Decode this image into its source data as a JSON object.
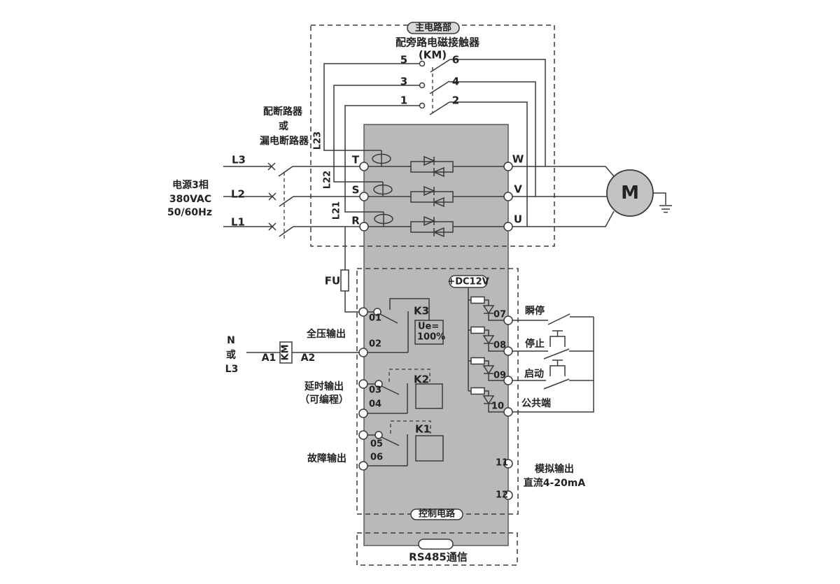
{
  "colors": {
    "body_gray": "#b9b9b9",
    "motor_gray": "#c3c3c3",
    "line": "#3a3a3a",
    "pill_gray": "#d9d9d9"
  },
  "labels": {
    "main_section": "主电路部",
    "control_section": "控制电路",
    "rs485": "RS485通信",
    "bypass_title": "配旁路电磁接触器",
    "bypass_ref": "(KM)",
    "c5": "5",
    "c6": "6",
    "c3": "3",
    "c4": "4",
    "c1": "1",
    "c2": "2",
    "breaker1": "配断路器",
    "breaker2": "或",
    "breaker3": "漏电断路器",
    "supply1": "电源3相",
    "supply2": "380VAC",
    "supply3": "50/60Hz",
    "l3": "L3",
    "l2": "L2",
    "l1": "L1",
    "l23": "L23",
    "l22": "L22",
    "l21": "L21",
    "t": "T",
    "s": "S",
    "r": "R",
    "w": "W",
    "v": "V",
    "u": "U",
    "motor": "M",
    "fuse": "FU",
    "n": "N",
    "huo": "或",
    "nl3": "L3",
    "a1": "A1",
    "km": "KM",
    "a2": "A2",
    "full_voltage_output": "全压输出",
    "delay_output": "延时输出",
    "delay_output_note": "（可编程）",
    "fault_output": "故障输出",
    "k3": "K3",
    "ue1": "Ue=",
    "ue2": "100%",
    "k2": "K2",
    "k1": "K1",
    "dc12v": "+DC12V",
    "t01": "01",
    "t02": "02",
    "t03": "03",
    "t04": "04",
    "t05": "05",
    "t06": "06",
    "t07": "07",
    "t08": "08",
    "t09": "09",
    "t10": "10",
    "t11": "11",
    "t12": "12",
    "instant_stop": "瞬停",
    "stop": "停止",
    "start": "启动",
    "common": "公共端",
    "analog1": "模拟输出",
    "analog2": "直流4-20mA"
  }
}
